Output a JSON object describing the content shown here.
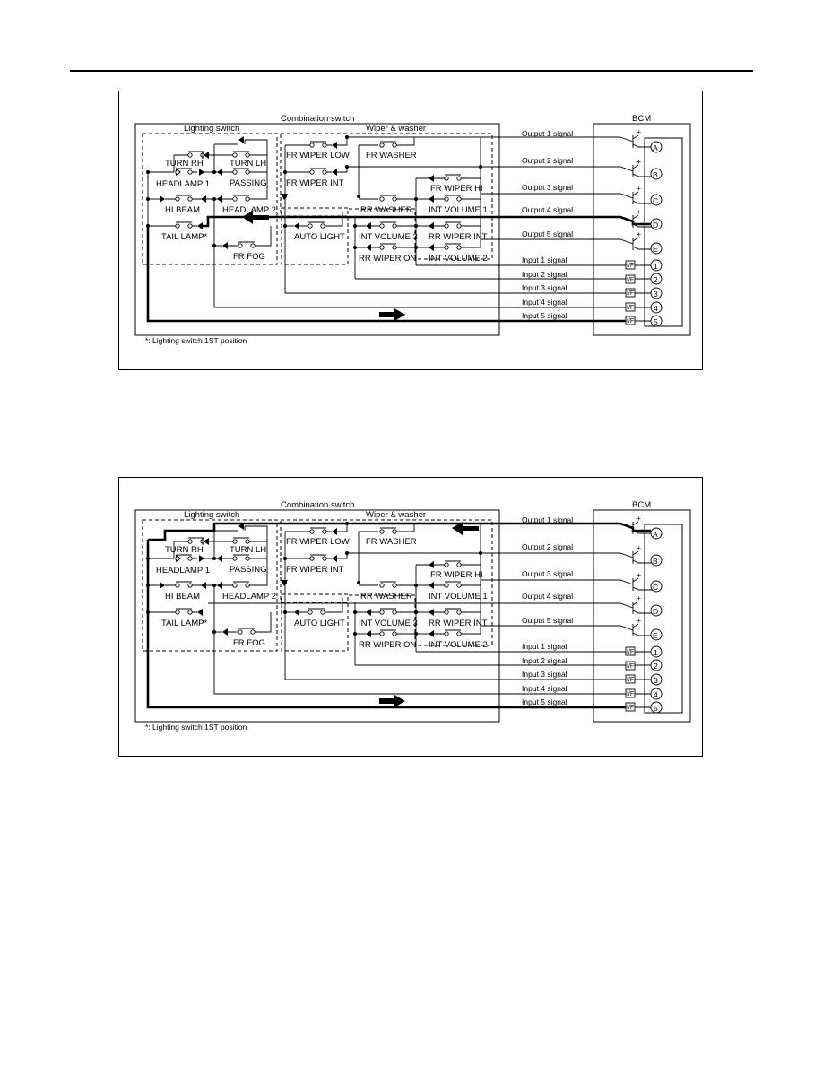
{
  "labels": {
    "combination_switch": "Combination switch",
    "lighting_switch": "Lighting switch",
    "wiper_washer": "Wiper & washer",
    "bcm": "BCM",
    "turn_rh": "TURN RH",
    "turn_lh": "TURN LH",
    "headlamp_1": "HEADLAMP 1",
    "passing": "PASSING",
    "hi_beam": "HI BEAM",
    "headlamp_2": "HEADLAMP 2",
    "tail_lamp": "TAIL LAMP*",
    "fr_fog": "FR FOG",
    "fr_wiper_low": "FR WIPER LOW",
    "fr_washer": "FR WASHER",
    "fr_wiper_int": "FR WIPER INT",
    "fr_wiper_hi": "FR WIPER HI",
    "rr_washer": "RR WASHER",
    "int_volume_1": "INT VOLUME 1",
    "auto_light": "AUTO LIGHT",
    "int_volume_3": "INT VOLUME 3",
    "rr_wiper_int": "RR WIPER INT",
    "rr_wiper_on": "RR WIPER ON",
    "int_volume_2": "INT VOLUME 2",
    "footnote": "*: Lighting switch 1ST position",
    "if": "I/F"
  },
  "outputs": [
    {
      "label": "Output 1 signal",
      "pin": "A"
    },
    {
      "label": "Output 2 signal",
      "pin": "B"
    },
    {
      "label": "Output 3 signal",
      "pin": "C"
    },
    {
      "label": "Output 4 signal",
      "pin": "D"
    },
    {
      "label": "Output 5 signal",
      "pin": "E"
    }
  ],
  "inputs": [
    {
      "label": "Input 1 signal",
      "pin": "1"
    },
    {
      "label": "Input 2 signal",
      "pin": "2"
    },
    {
      "label": "Input 3 signal",
      "pin": "3"
    },
    {
      "label": "Input 4 signal",
      "pin": "4"
    },
    {
      "label": "Input 5 signal",
      "pin": "5"
    }
  ],
  "diagrams": [
    {
      "active_output": 4,
      "active_input": 5,
      "active_switch": "tail_lamp"
    },
    {
      "active_output": 1,
      "active_input": 5,
      "active_switch": "turn_rh"
    }
  ]
}
